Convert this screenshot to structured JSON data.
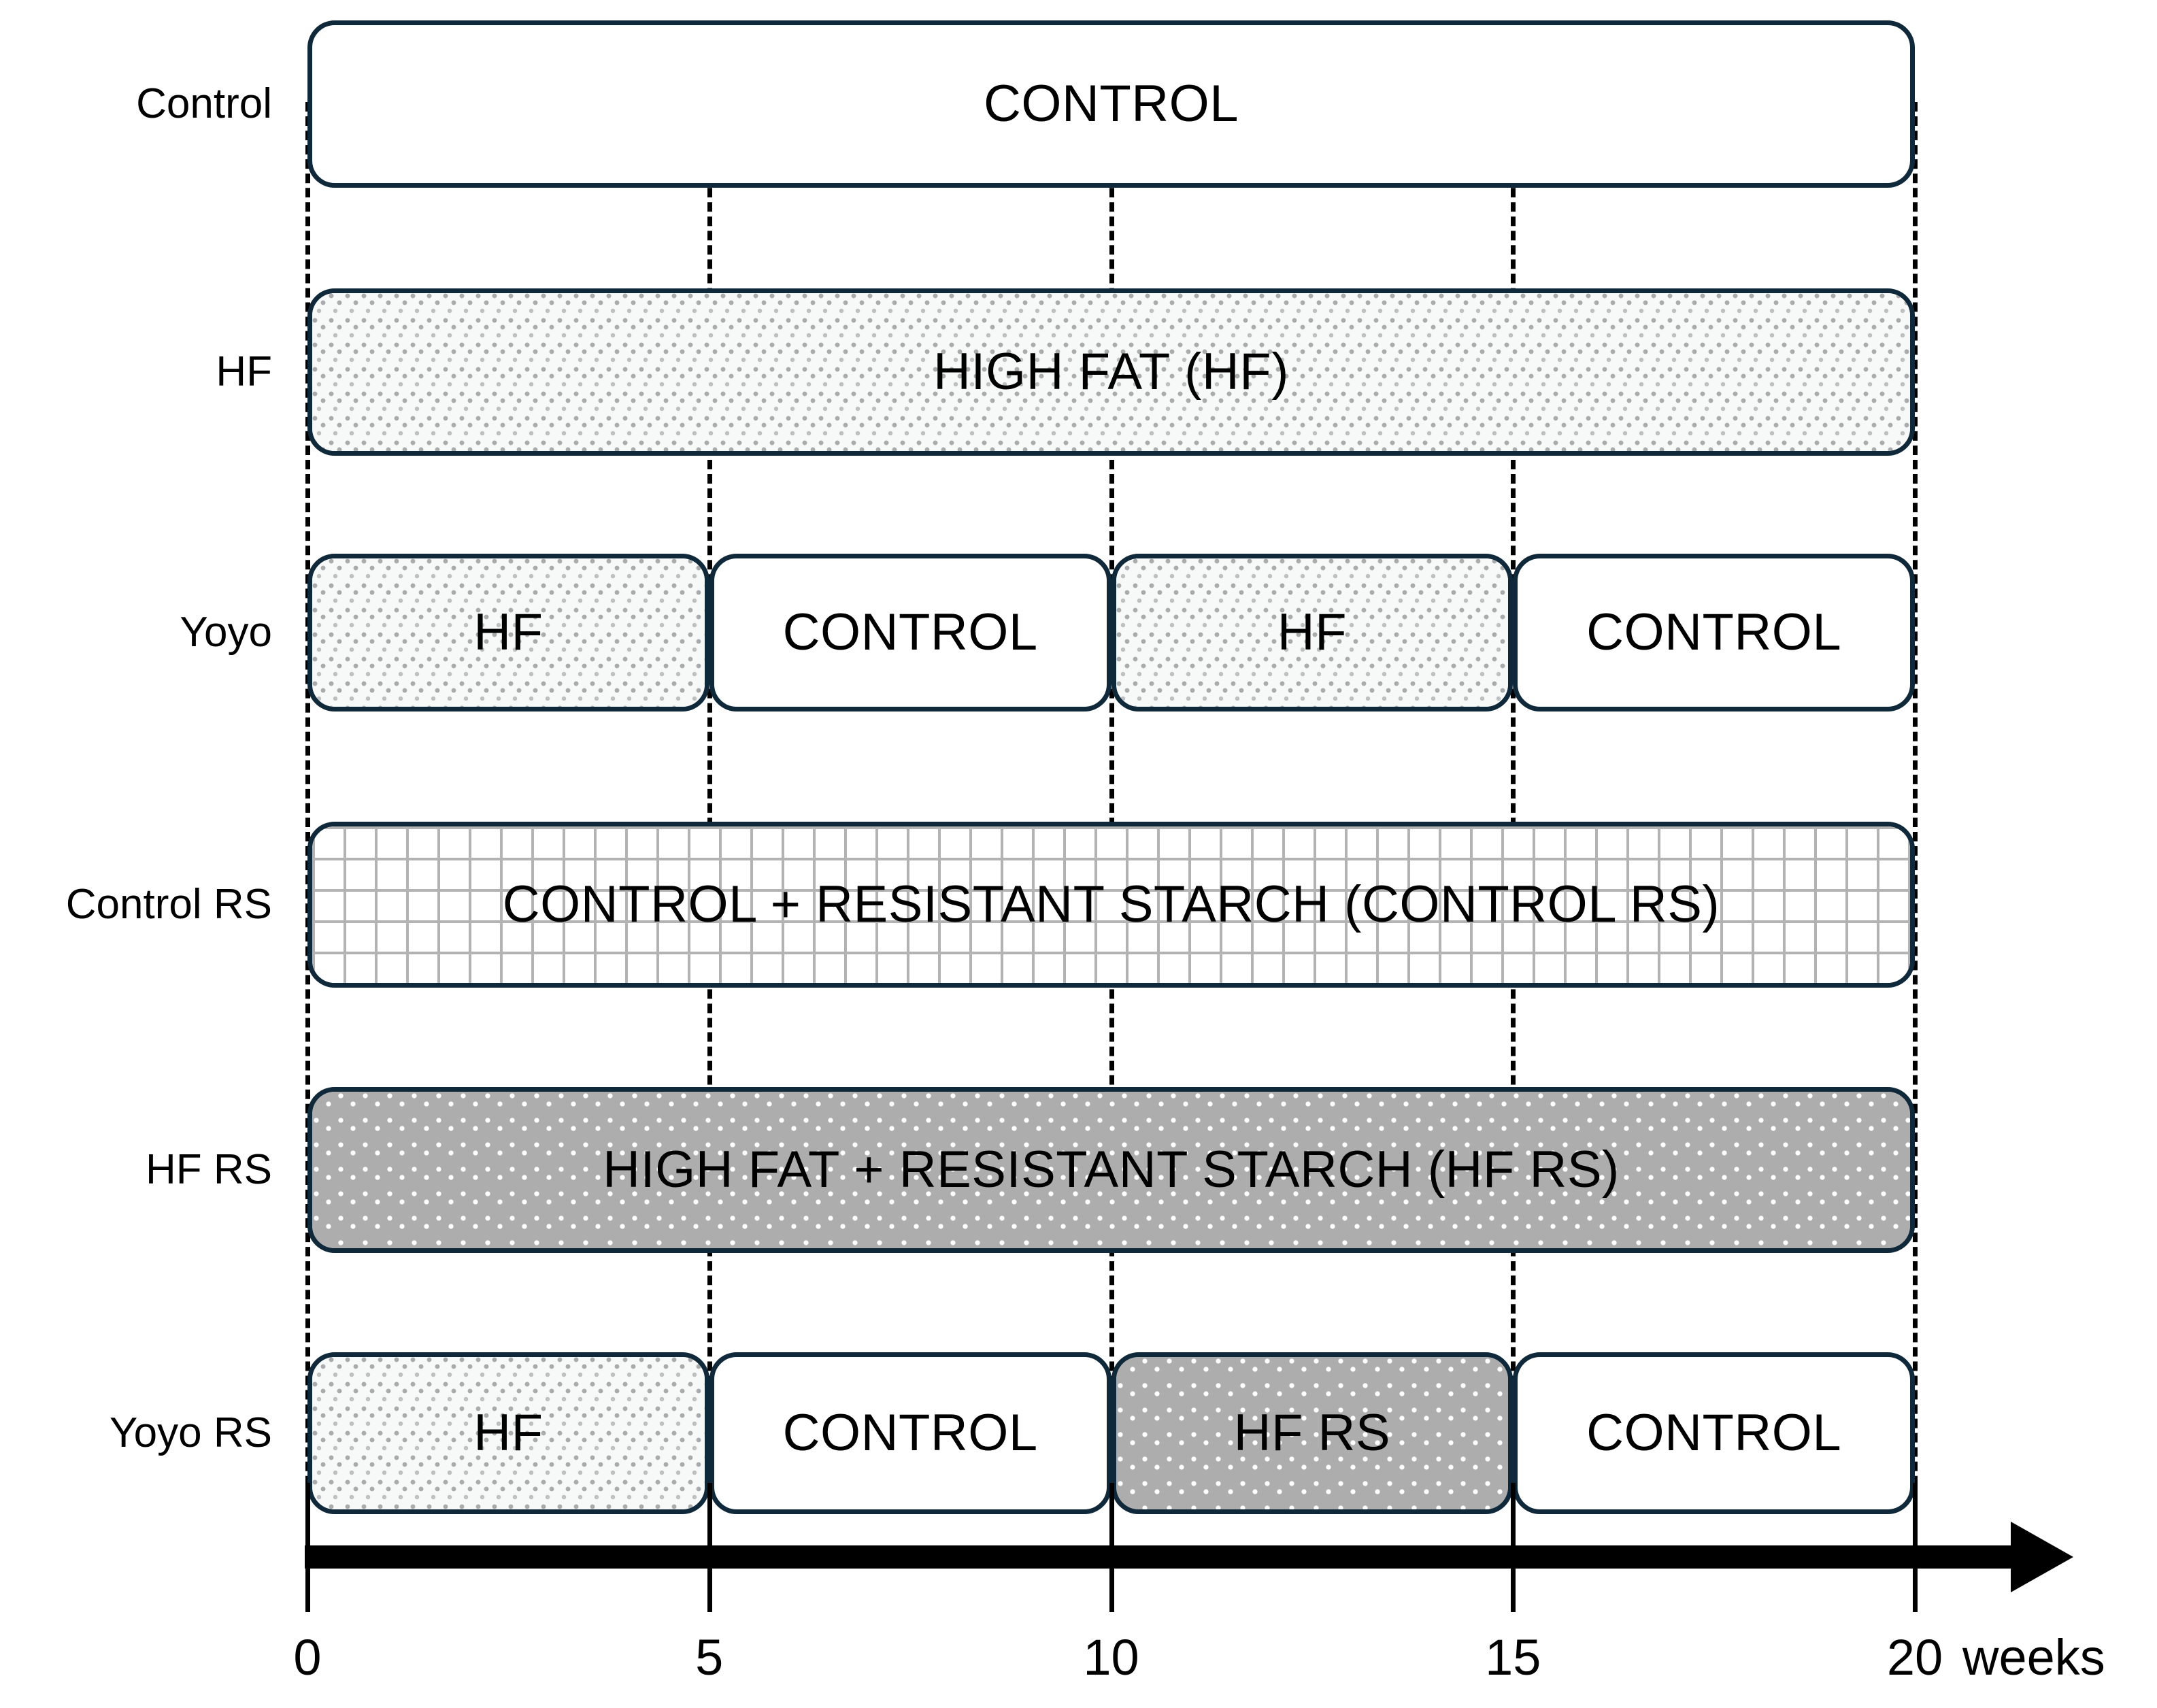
{
  "figure": {
    "kind": "experimental-design-timeline",
    "accent_border_color": "#10293a",
    "gray_fill_color": "#adadad",
    "grid_line_color": "#b3b3b3",
    "axis_color": "#000000"
  },
  "axis": {
    "unit_label": "weeks",
    "ticks": [
      {
        "value": "0",
        "week": 0
      },
      {
        "value": "5",
        "week": 5
      },
      {
        "value": "10",
        "week": 10
      },
      {
        "value": "15",
        "week": 15
      },
      {
        "value": "20",
        "week": 20
      }
    ],
    "range": [
      0,
      20
    ]
  },
  "rows": [
    {
      "label": "Control",
      "segments": [
        {
          "text": "CONTROL",
          "start": 0,
          "end": 20,
          "fill": "plain"
        }
      ]
    },
    {
      "label": "HF",
      "segments": [
        {
          "text": "HIGH FAT (HF)",
          "start": 0,
          "end": 20,
          "fill": "confetti"
        }
      ]
    },
    {
      "label": "Yoyo",
      "segments": [
        {
          "text": "HF",
          "start": 0,
          "end": 5,
          "fill": "confetti"
        },
        {
          "text": "CONTROL",
          "start": 5,
          "end": 10,
          "fill": "plain"
        },
        {
          "text": "HF",
          "start": 10,
          "end": 15,
          "fill": "confetti"
        },
        {
          "text": "CONTROL",
          "start": 15,
          "end": 20,
          "fill": "plain"
        }
      ]
    },
    {
      "label": "Control RS",
      "segments": [
        {
          "text": "CONTROL + RESISTANT STARCH (CONTROL RS)",
          "start": 0,
          "end": 20,
          "fill": "grid"
        }
      ]
    },
    {
      "label": "HF RS",
      "segments": [
        {
          "text": "HIGH FAT + RESISTANT STARCH (HF RS)",
          "start": 0,
          "end": 20,
          "fill": "graydot"
        }
      ]
    },
    {
      "label": "Yoyo RS",
      "segments": [
        {
          "text": "HF",
          "start": 0,
          "end": 5,
          "fill": "confetti"
        },
        {
          "text": "CONTROL",
          "start": 5,
          "end": 10,
          "fill": "plain"
        },
        {
          "text": "HF RS",
          "start": 10,
          "end": 15,
          "fill": "graydot"
        },
        {
          "text": "CONTROL",
          "start": 15,
          "end": 20,
          "fill": "plain"
        }
      ]
    }
  ]
}
